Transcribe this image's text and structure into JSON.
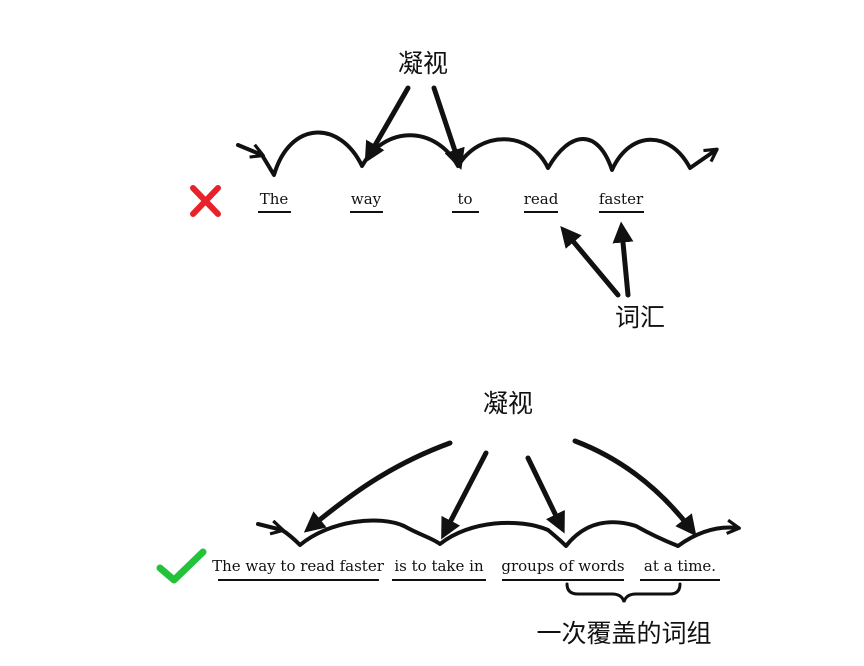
{
  "top": {
    "fixation_label": "凝视",
    "words": [
      "The",
      "way",
      "to",
      "read",
      "faster"
    ],
    "vocab_label": "词汇",
    "mark_color": "#e8222a"
  },
  "bottom": {
    "fixation_label": "凝视",
    "phrases": [
      "The way to read faster",
      "is to take in",
      "groups of words",
      "at a time."
    ],
    "brace_label": "一次覆盖的词组",
    "mark_color": "#22c33a"
  }
}
